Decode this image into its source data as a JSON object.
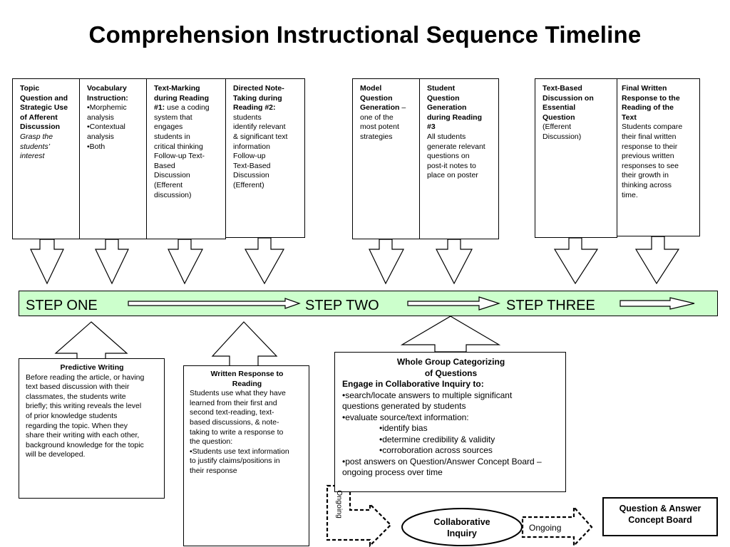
{
  "title": "Comprehension Instructional Sequence Timeline",
  "top_boxes": [
    {
      "bold": [
        "Topic",
        "Question and",
        "Strategic Use",
        "of Afferent",
        "Discussion"
      ],
      "italic": [
        "Grasp the",
        "students’",
        "interest"
      ]
    },
    {
      "bold": [
        "Vocabulary",
        "Instruction:"
      ],
      "plain": [
        "•Morphemic",
        "analysis",
        "•Contextual",
        "analysis",
        "•Both"
      ]
    },
    {
      "bold_lead": "Text-Marking",
      "bold_lead2": "during Reading",
      "bold_lead3": "#1:",
      "lead3_rest": " use a coding",
      "plain": [
        "system that",
        "engages",
        "students in",
        "critical thinking",
        "Follow-up Text-",
        "Based",
        "Discussion",
        "(Efferent",
        "discussion)"
      ]
    },
    {
      "bold": [
        "Directed Note-",
        "Taking during",
        "Reading #2:"
      ],
      "plain": [
        "students",
        "identify relevant",
        "& significant text",
        "information",
        "Follow-up",
        "Text-Based",
        "Discussion",
        "(Efferent)"
      ]
    },
    {
      "bold_lead": "Model",
      "bold_lead2": "Question",
      "bold_lead3": "Generation",
      "lead3_rest": " –",
      "plain": [
        "one of the",
        "most potent",
        "strategies"
      ]
    },
    {
      "bold": [
        "Student",
        "Question",
        "Generation",
        "during Reading",
        "#3"
      ],
      "plain": [
        "All students",
        "generate relevant",
        "questions on",
        "post-it notes to",
        "place on poster"
      ]
    },
    {
      "bold": [
        "Text-Based",
        "Discussion on",
        "Essential",
        "Question"
      ],
      "plain": [
        "(Efferent",
        "Discussion)"
      ]
    },
    {
      "bold": [
        "Final Written",
        "Response to the",
        "Reading of the",
        "Text"
      ],
      "plain": [
        "Students compare",
        "their final written",
        "response to their",
        "previous written",
        "responses to see",
        "their growth in",
        "thinking across",
        "time."
      ]
    }
  ],
  "steps": {
    "one": "STEP ONE",
    "two": "STEP TWO",
    "three": "STEP THREE"
  },
  "predictive": {
    "heading": "Predictive Writing",
    "lines": [
      "Before reading the article, or having",
      "text based discussion with their",
      "classmates, the students write",
      "briefly; this writing reveals the level",
      "of prior knowledge students",
      "regarding the topic.  When they",
      "share their writing with each other,",
      "background knowledge for the topic",
      "will be developed."
    ]
  },
  "written_response": {
    "heading1": "Written Response to",
    "heading2": "Reading",
    "lines": [
      "Students use what they have",
      "learned from their first and",
      "second text-reading, text-",
      "based discussions, & note-",
      "taking to write a response to",
      "the question:",
      "•Students use text information",
      "to justify claims/positions in",
      "their response"
    ]
  },
  "whole_group": {
    "heading1": "Whole Group Categorizing",
    "heading2": "of Questions",
    "subheading": "Engage in Collaborative Inquiry to:",
    "lines": [
      "•search/locate answers to multiple significant",
      "questions generated by students",
      "•evaluate source/text information:"
    ],
    "sub_bullets": [
      "•identify bias",
      "•determine credibility & validity",
      "•corroboration across sources"
    ],
    "tail": [
      "•post answers on Question/Answer Concept Board –",
      "ongoing process over time"
    ]
  },
  "collaborative": {
    "line1": "Collaborative",
    "line2": "Inquiry"
  },
  "ongoing_left": "Ongoing",
  "ongoing_right": "Ongoing",
  "concept_board": {
    "line1": "Question & Answer",
    "line2": "Concept Board"
  }
}
